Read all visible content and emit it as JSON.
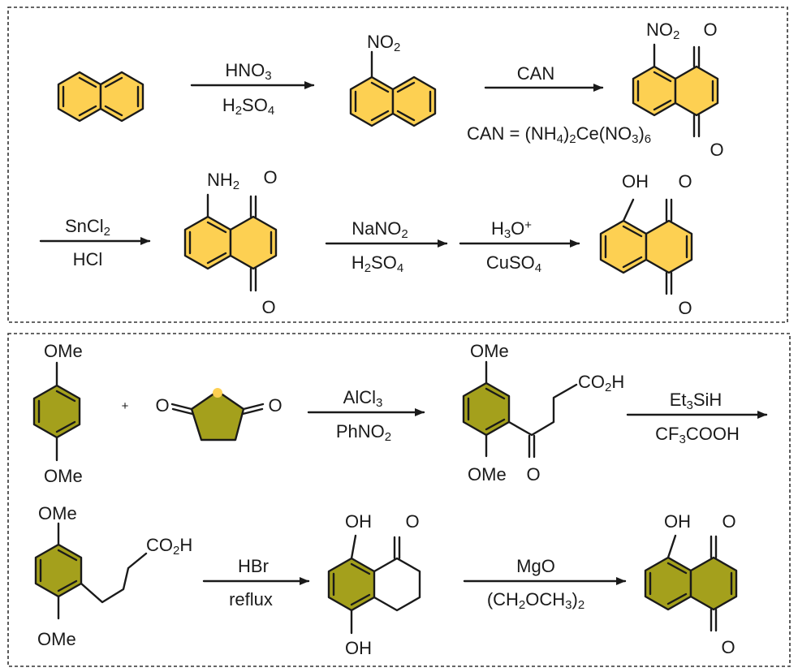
{
  "colors": {
    "panel1_fill": "#fdd052",
    "panel2_fill": "#a4a01c",
    "ink": "#1a1a1a",
    "border": "#333333"
  },
  "scheme1": {
    "step1": {
      "reagent_top": "HNO3",
      "reagent_bottom": "H2SO4"
    },
    "step2": {
      "reagent_top": "CAN",
      "note": "CAN = (NH4)2Ce(NO3)6"
    },
    "step3": {
      "reagent_top": "SnCl2",
      "reagent_bottom": "HCl"
    },
    "step4": {
      "reagent_top": "NaNO2",
      "reagent_bottom": "H2SO4"
    },
    "step5": {
      "reagent_top": "H3O+",
      "reagent_bottom": "CuSO4"
    },
    "groups": {
      "nitro": "NO2",
      "amino": "NH2",
      "hydroxy": "OH",
      "oxo": "O"
    }
  },
  "scheme2": {
    "plus": "+",
    "step1": {
      "reagent_top": "AlCl3",
      "reagent_bottom": "PhNO2"
    },
    "step2": {
      "reagent_top": "Et3SiH",
      "reagent_bottom": "CF3COOH"
    },
    "step3": {
      "reagent_top": "HBr",
      "reagent_bottom": "reflux"
    },
    "step4": {
      "reagent_top": "MgO",
      "reagent_bottom": "(CH2OCH3)2"
    },
    "groups": {
      "methoxy": "OMe",
      "acid": "CO2H",
      "hydroxy": "OH",
      "oxo": "O"
    }
  }
}
